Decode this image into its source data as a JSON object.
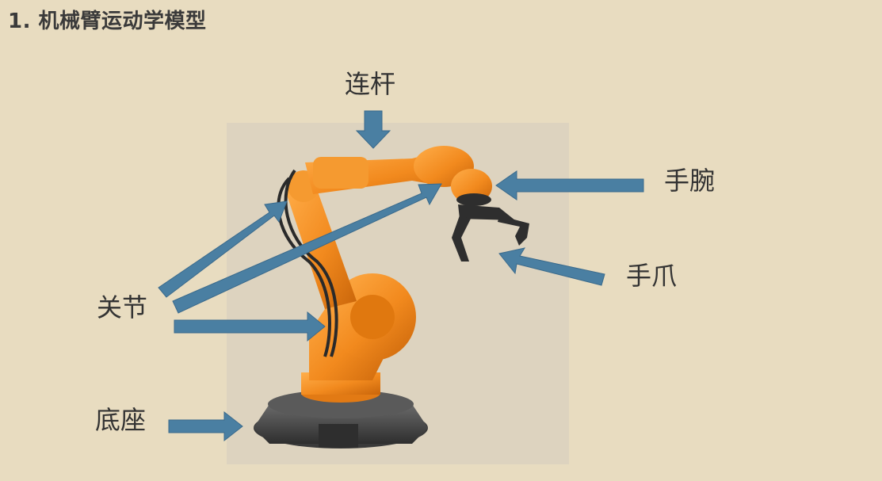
{
  "title": "1. 机械臂运动学模型",
  "labels": {
    "link": "连杆",
    "wrist": "手腕",
    "gripper": "手爪",
    "joint": "关节",
    "base": "底座"
  },
  "colors": {
    "background": "#e8dcc0",
    "arrow": "#4a7fa2",
    "robot_orange": "#f28a1e",
    "base_gray": "#4a4a4a"
  }
}
